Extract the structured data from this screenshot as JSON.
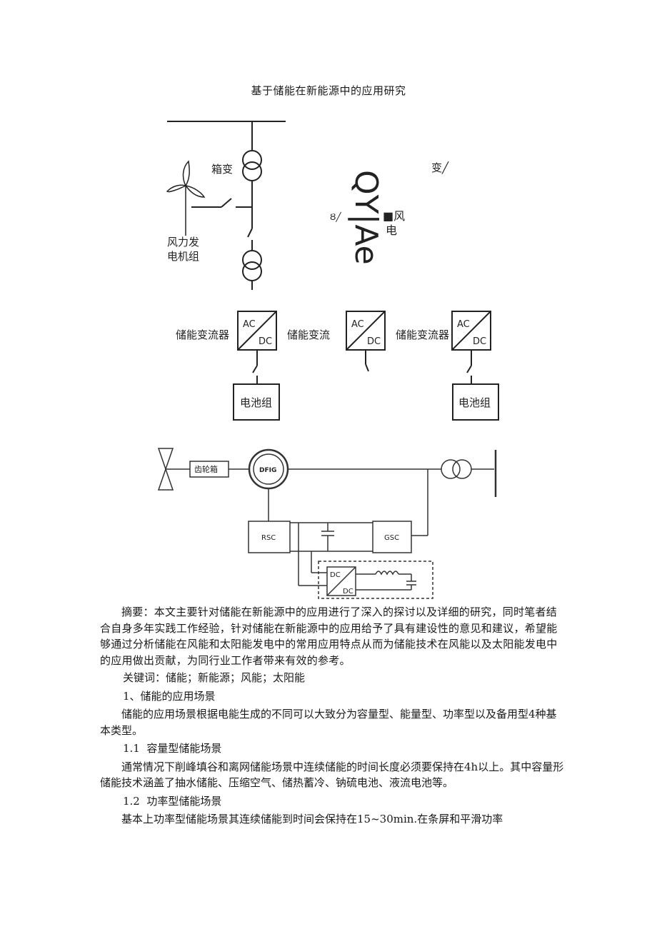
{
  "doc_title": "基于储能在新能源中的应用研究",
  "diagram1": {
    "box_transformer": "箱变",
    "wind_generator": [
      "风力发",
      "电机组"
    ],
    "garbled_top": "变╱",
    "garbled_big": "QY|Ae",
    "garbled_mark": "■风",
    "garbled_elec": "电",
    "garbled_left": "Ȣ╱"
  },
  "diagram2": {
    "converter_label": "储能变流器",
    "converter_label_mid": "储能变流",
    "ac": "AC",
    "dc": "DC",
    "battery": "电池组"
  },
  "diagram3": {
    "gearbox": "齿轮箱",
    "dfig": "DFIG",
    "rsc": "RSC",
    "gsc": "GSC",
    "dc_top": "DC",
    "dc_bottom": "DC"
  },
  "abstract": "摘要：本文主要针对储能在新能源中的应用进行了深入的探讨以及详细的研究，同时笔者结合自身多年实践工作经验，针对储能在新能源中的应用给予了具有建设性的意见和建议，希望能够通过分析储能在风能和太阳能发电中的常用应用特点从而为储能技术在风能以及太阳能发电中的应用做出贡献，为同行业工作者带来有效的参考。",
  "keywords": "关键词：储能；新能源；风能；太阳能",
  "section1": "1、储能的应用场景",
  "section1_text": "储能的应用场景根据电能生成的不同可以大致分为容量型、能量型、功率型以及备用型4种基本类型。",
  "section1_1": "1.1  容量型储能场景",
  "section1_1_text": "通常情况下削峰填谷和离网储能场景中连续储能的时间长度必须要保持在4h以上。其中容量形储能技术涵盖了抽水储能、压缩空气、储热蓄冷、钠硫电池、液流电池等。",
  "section1_2": "1.2  功率型储能场景",
  "section1_2_text": "基本上功率型储能场景其连续储能到时间会保持在15~30min.在条屏和平滑功率"
}
